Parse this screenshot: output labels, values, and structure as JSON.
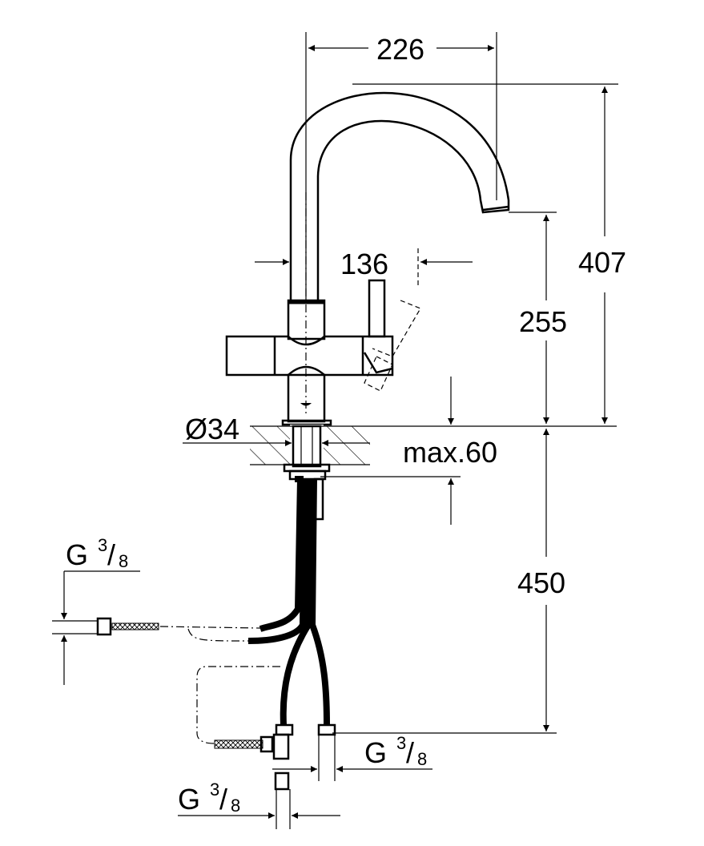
{
  "dimensions": {
    "spout_reach": "226",
    "total_height": "407",
    "lever_clearance": "136",
    "spout_height": "255",
    "diameter": "Ø34",
    "max_thickness": "max.60",
    "hose_length": "450"
  },
  "connections": [
    {
      "base": "G",
      "num": "3",
      "den": "8"
    },
    {
      "base": "G",
      "num": "3",
      "den": "8"
    },
    {
      "base": "G",
      "num": "3",
      "den": "8"
    }
  ]
}
